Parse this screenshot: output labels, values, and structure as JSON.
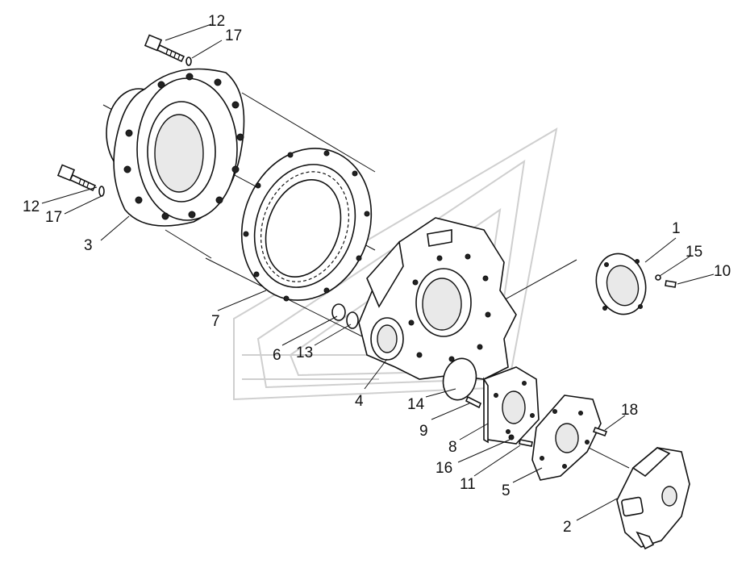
{
  "labels": {
    "p12_top": "12",
    "p17_top": "17",
    "p12_left": "12",
    "p17_left": "17",
    "p3": "3",
    "p7": "7",
    "p6": "6",
    "p13": "13",
    "p4": "4",
    "p14": "14",
    "p9": "9",
    "p8": "8",
    "p16": "16",
    "p11": "11",
    "p5": "5",
    "p18": "18",
    "p2": "2",
    "p1": "1",
    "p15": "15",
    "p10": "10"
  },
  "colors": {
    "line": "#111111",
    "background": "#ffffff",
    "watermark": "#cfcfcf"
  }
}
